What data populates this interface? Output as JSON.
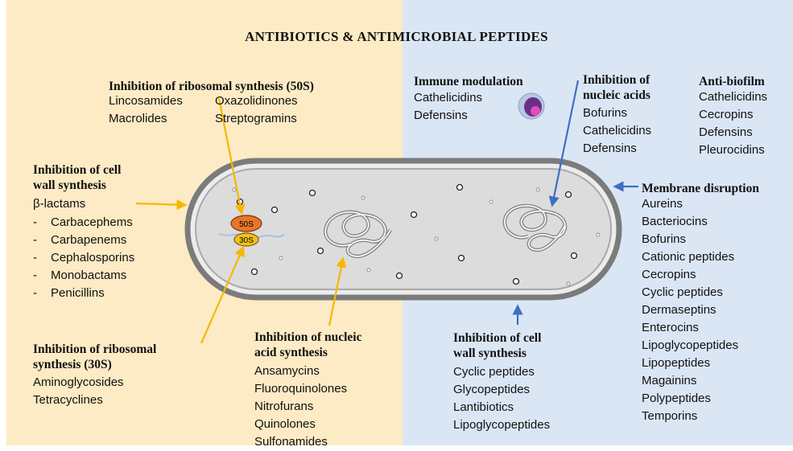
{
  "title": "ANTIBIOTICS  &  ANTIMICROBIAL PEPTIDES",
  "ribosome": {
    "large": "50S",
    "small": "30S"
  },
  "groups": {
    "ribo50": {
      "heading": "Inhibition of ribosomal synthesis (50S)",
      "col1": [
        "Lincosamides",
        "Macrolides"
      ],
      "col2": [
        "Oxazolidinones",
        "Streptogramins"
      ]
    },
    "cellwall_ab": {
      "heading_lines": [
        "Inhibition of cell",
        "wall synthesis"
      ],
      "lead": "β-lactams",
      "items": [
        "Carbacephems",
        "Carbapenems",
        "Cephalosporins",
        "Monobactams",
        "Penicillins"
      ]
    },
    "ribo30": {
      "heading_lines": [
        "Inhibition of ribosomal",
        "synthesis (30S)"
      ],
      "items": [
        "Aminoglycosides",
        "Tetracyclines"
      ]
    },
    "nucleic_ab": {
      "heading_lines": [
        "Inhibition of nucleic",
        "acid synthesis"
      ],
      "items": [
        "Ansamycins",
        "Fluoroquinolones",
        "Nitrofurans",
        "Quinolones",
        "Sulfonamides"
      ]
    },
    "immune": {
      "heading": "Immune modulation",
      "items": [
        "Cathelicidins",
        "Defensins"
      ]
    },
    "nucleic_amp": {
      "heading_lines": [
        "Inhibition of",
        "nucleic acids"
      ],
      "items": [
        "Bofurins",
        "Cathelicidins",
        "Defensins"
      ]
    },
    "biofilm": {
      "heading": "Anti-biofilm",
      "items": [
        "Cathelicidins",
        "Cecropins",
        "Defensins",
        "Pleurocidins"
      ]
    },
    "membrane": {
      "heading": "Membrane disruption",
      "items": [
        "Aureins",
        "Bacteriocins",
        "Bofurins",
        "Cationic peptides",
        "Cecropins",
        "Cyclic peptides",
        "Dermaseptins",
        "Enterocins",
        "Lipoglycopeptides",
        "Lipopeptides",
        "Magainins",
        "Polypeptides",
        "Temporins"
      ]
    },
    "cellwall_amp": {
      "heading_lines": [
        "Inhibition of cell",
        "wall synthesis"
      ],
      "items": [
        "Cyclic peptides",
        "Glycopeptides",
        "Lantibiotics",
        "Lipoglycopeptides"
      ]
    }
  },
  "colors": {
    "antibiotic_bg": "#fcebc4",
    "amp_bg": "#dbe6f5",
    "antibiotic_arrow": "#f5b800",
    "amp_arrow": "#3f6fc4",
    "ribosome_50s": "#e8752a",
    "ribosome_30s": "#f2c21b"
  },
  "icons": [
    "immune-cell-icon",
    "bacterium-cell-icon",
    "ribosome-icon",
    "dna-loop-icon"
  ]
}
